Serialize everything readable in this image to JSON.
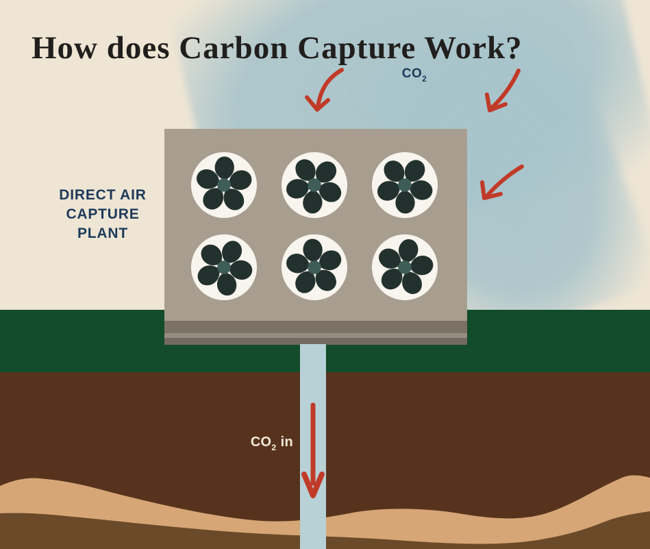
{
  "title": "How does Carbon Capture Work?",
  "co2_label": {
    "text": "CO",
    "subscript": "2"
  },
  "plant_label": {
    "lines": [
      "DIRECT AIR",
      "CAPTURE",
      "PLANT"
    ]
  },
  "pipe_label": {
    "text": "CO",
    "subscript": "2",
    "suffix": "in"
  },
  "icons": {
    "fan": "fan-rotor-icon",
    "curved_arrows": "red-hand-drawn-arrow-icon",
    "pipe_arrow": "red-down-arrow-icon"
  },
  "diagram": {
    "fan_rows": 2,
    "fan_cols": 3,
    "fan_count": 6,
    "curved_arrow_count": 3
  },
  "colors": {
    "background": "#eee5d4",
    "cloud": "#a8c4ca",
    "title_text": "#211f1d",
    "label_navy": "#1d3a5a",
    "arrow_red": "#c13a28",
    "plant_body": "#a89e90",
    "plant_base": "#7b7165",
    "plant_base_stripe": "#968d81",
    "fan_face": "#f8f5ee",
    "fan_blade": "#22312d",
    "fan_hub": "#3f5d57",
    "grass": "#124c2a",
    "soil_dark": "#57331e",
    "soil_band_tan": "#d6a676",
    "soil_light": "#6b4a29",
    "pipe": "#b7d1d6",
    "pipe_label_text": "#f3ead9"
  }
}
